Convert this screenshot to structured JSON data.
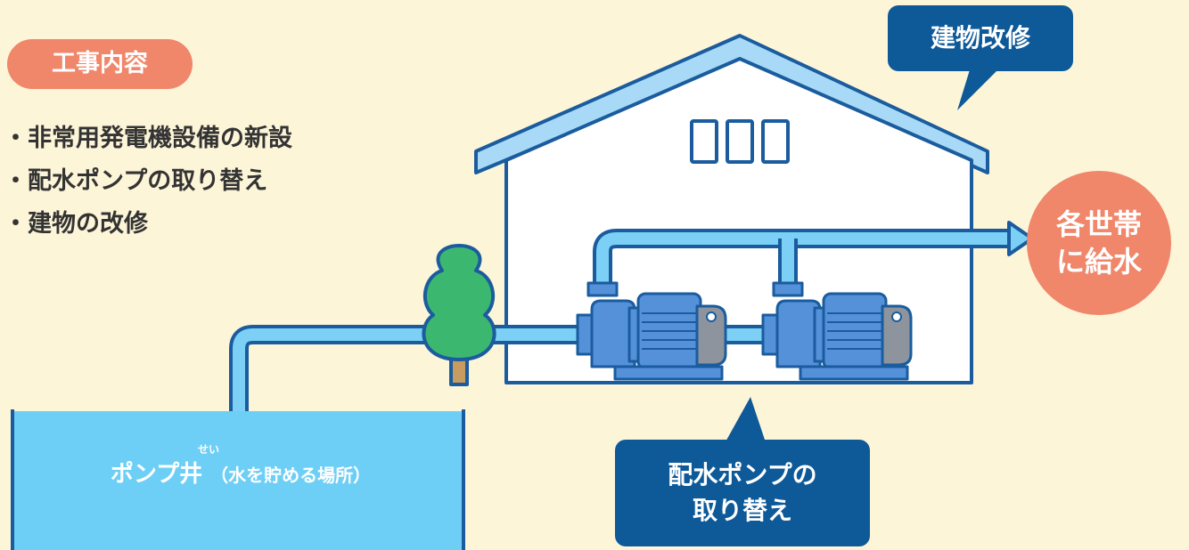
{
  "work": {
    "title": "工事内容",
    "items": [
      "非常用発電機設備の新設",
      "配水ポンプの取り替え",
      "建物の改修"
    ]
  },
  "callouts": {
    "building": "建物改修",
    "pump_line1": "配水ポンプの",
    "pump_line2": "取り替え"
  },
  "supply": {
    "line1": "各世帯",
    "line2": "に給水"
  },
  "tank": {
    "name": "ポンプ井",
    "ruby": "せい",
    "note": "（水を貯める場所）"
  },
  "colors": {
    "background": "#fdf5d8",
    "accent": "#f0866a",
    "callout": "#0e5998",
    "pipe": "#7dd0f5",
    "outline": "#1a5c9e",
    "water": "#6ecff6",
    "tree": "#3cb76f",
    "pump": "#5591d9"
  }
}
